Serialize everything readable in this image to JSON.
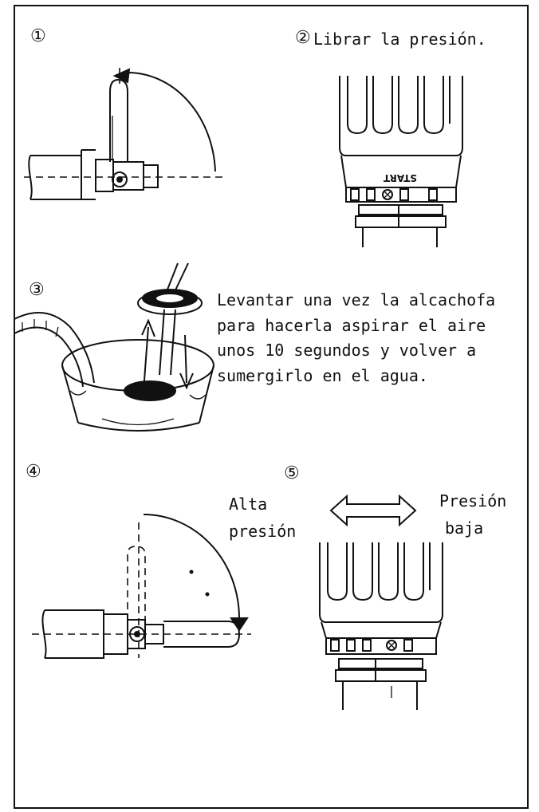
{
  "steps": {
    "s1": {
      "number": "①"
    },
    "s2": {
      "number": "②",
      "text": "Librar la presión."
    },
    "s3": {
      "number": "③",
      "text": "Levantar una vez la alcachofa para hacerla aspirar el aire unos 10 segundos y volver a sumergirlo en el agua."
    },
    "s4": {
      "number": "④"
    },
    "s5": {
      "number": "⑤",
      "left_label_line1": "Alta",
      "left_label_line2": "presión",
      "right_label_line1": "Presión",
      "right_label_line2": "baja"
    }
  },
  "regulator_label": "START",
  "colors": {
    "ink": "#111111",
    "paper": "#ffffff"
  }
}
